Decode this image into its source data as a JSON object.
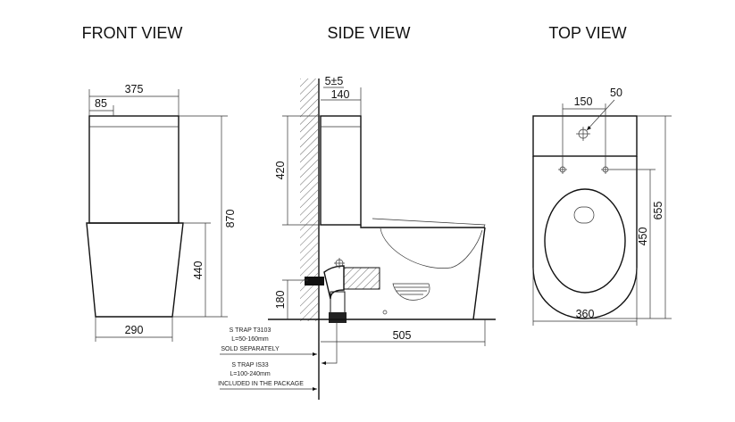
{
  "titles": {
    "front": "FRONT VIEW",
    "side": "SIDE VIEW",
    "top": "TOP VIEW"
  },
  "front": {
    "width_total": "375",
    "width_button": "85",
    "height_total": "870",
    "height_bowl": "440",
    "width_base": "290"
  },
  "side": {
    "wall_gap": "5±5",
    "tank_depth": "140",
    "tank_height": "420",
    "outlet_height": "180",
    "length": "505"
  },
  "top": {
    "hole_spacing": "150",
    "hole_diameter": "50",
    "length": "655",
    "bowl_length": "450",
    "width": "360"
  },
  "notes": {
    "trap1": [
      "S TRAP T3103",
      "L=50-160mm",
      "SOLD  SEPARATELY"
    ],
    "trap2": [
      "S TRAP IS33",
      "L=100-240mm",
      "INCLUDED IN  THE PACKAGE"
    ]
  }
}
